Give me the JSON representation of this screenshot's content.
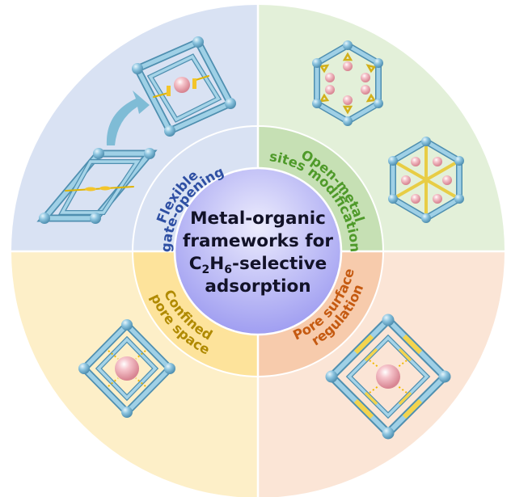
{
  "center": {
    "lines": [
      "Metal-organic",
      "frameworks for",
      "-selective",
      "adsorption"
    ],
    "formula": {
      "c": "C",
      "c_sub": "2",
      "h": "H",
      "h_sub": "6"
    }
  },
  "strategies": [
    {
      "id": "flexible",
      "position": "top-left",
      "lines": [
        "Flexible",
        "gate-opening"
      ],
      "text_color": "#2e4fa3",
      "outer_fill": "#d9e2f3",
      "ring_fill": "#d9e2f3"
    },
    {
      "id": "open-metal",
      "position": "top-right",
      "lines": [
        "Open-metal",
        "sites modification"
      ],
      "text_color": "#4f9a2a",
      "outer_fill": "#e3f0d9",
      "ring_fill": "#c6e0b4"
    },
    {
      "id": "confined",
      "position": "bottom-left",
      "lines": [
        "Confined",
        "pore space"
      ],
      "text_color": "#b08a00",
      "outer_fill": "#fdefc8",
      "ring_fill": "#fde39b"
    },
    {
      "id": "pore-surface",
      "position": "bottom-right",
      "lines": [
        "Pore surface",
        "regulation"
      ],
      "text_color": "#c55a11",
      "outer_fill": "#fbe5d6",
      "ring_fill": "#f7cbac"
    }
  ],
  "colors": {
    "framework": "#8cc4df",
    "framework_dark": "#3c6e88",
    "guest": "#eeaeb8",
    "linker": "#f3d44e",
    "arrow": "#7fbcd6",
    "center_top": "#e4e4fb",
    "center_bottom": "#9e9cf2"
  }
}
